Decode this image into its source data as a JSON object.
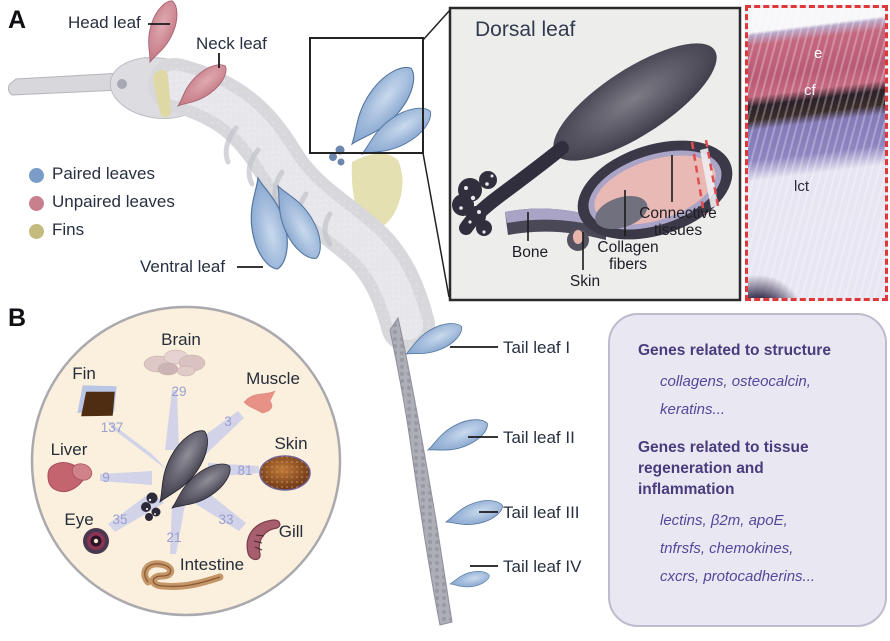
{
  "figure": {
    "panel_a": "A",
    "panel_b": "B"
  },
  "labels": {
    "head_leaf": "Head leaf",
    "neck_leaf": "Neck leaf",
    "ventral_leaf": "Ventral leaf",
    "tail_leaves": [
      "Tail leaf I",
      "Tail leaf II",
      "Tail leaf III",
      "Tail leaf IV"
    ]
  },
  "legend": {
    "items": [
      {
        "label": "Paired leaves",
        "color": "#7b9cc9"
      },
      {
        "label": "Unpaired leaves",
        "color": "#c8808d"
      },
      {
        "label": "Fins",
        "color": "#c3bc7e"
      }
    ]
  },
  "inset": {
    "title": "Dorsal leaf",
    "labels": {
      "bone": "Bone",
      "skin": "Skin",
      "collagen_fibers": "Collagen fibers",
      "connective_tissues": "Connective tissues"
    }
  },
  "histology": {
    "labels": {
      "epidermis": "e",
      "collagen_fibers": "cf",
      "loose_connective_tissue": "lct"
    },
    "border_color": "#e03838"
  },
  "organ_map": {
    "organs": [
      {
        "name": "Brain",
        "count": 29
      },
      {
        "name": "Fin",
        "count": 137
      },
      {
        "name": "Muscle",
        "count": 3
      },
      {
        "name": "Liver",
        "count": 9
      },
      {
        "name": "Skin",
        "count": 81
      },
      {
        "name": "Eye",
        "count": 35
      },
      {
        "name": "Intestine",
        "count": 21
      },
      {
        "name": "Gill",
        "count": 33
      }
    ],
    "ray_color": "#cdd0ea",
    "count_color": "#9a9ecf",
    "circle_fill": "#fbf0dd"
  },
  "gene_panel": {
    "section1": {
      "heading": "Genes related to structure",
      "line1": "collagens, osteocalcin,",
      "line2": "keratins..."
    },
    "section2": {
      "heading": "Genes related to tissue regeneration and inflammation",
      "line1": "lectins, β2m, apoE,",
      "line2": "tnfrsfs, chemokines,",
      "line3": "cxcrs, protocadherins..."
    },
    "text_color": "#4a3b7d"
  }
}
